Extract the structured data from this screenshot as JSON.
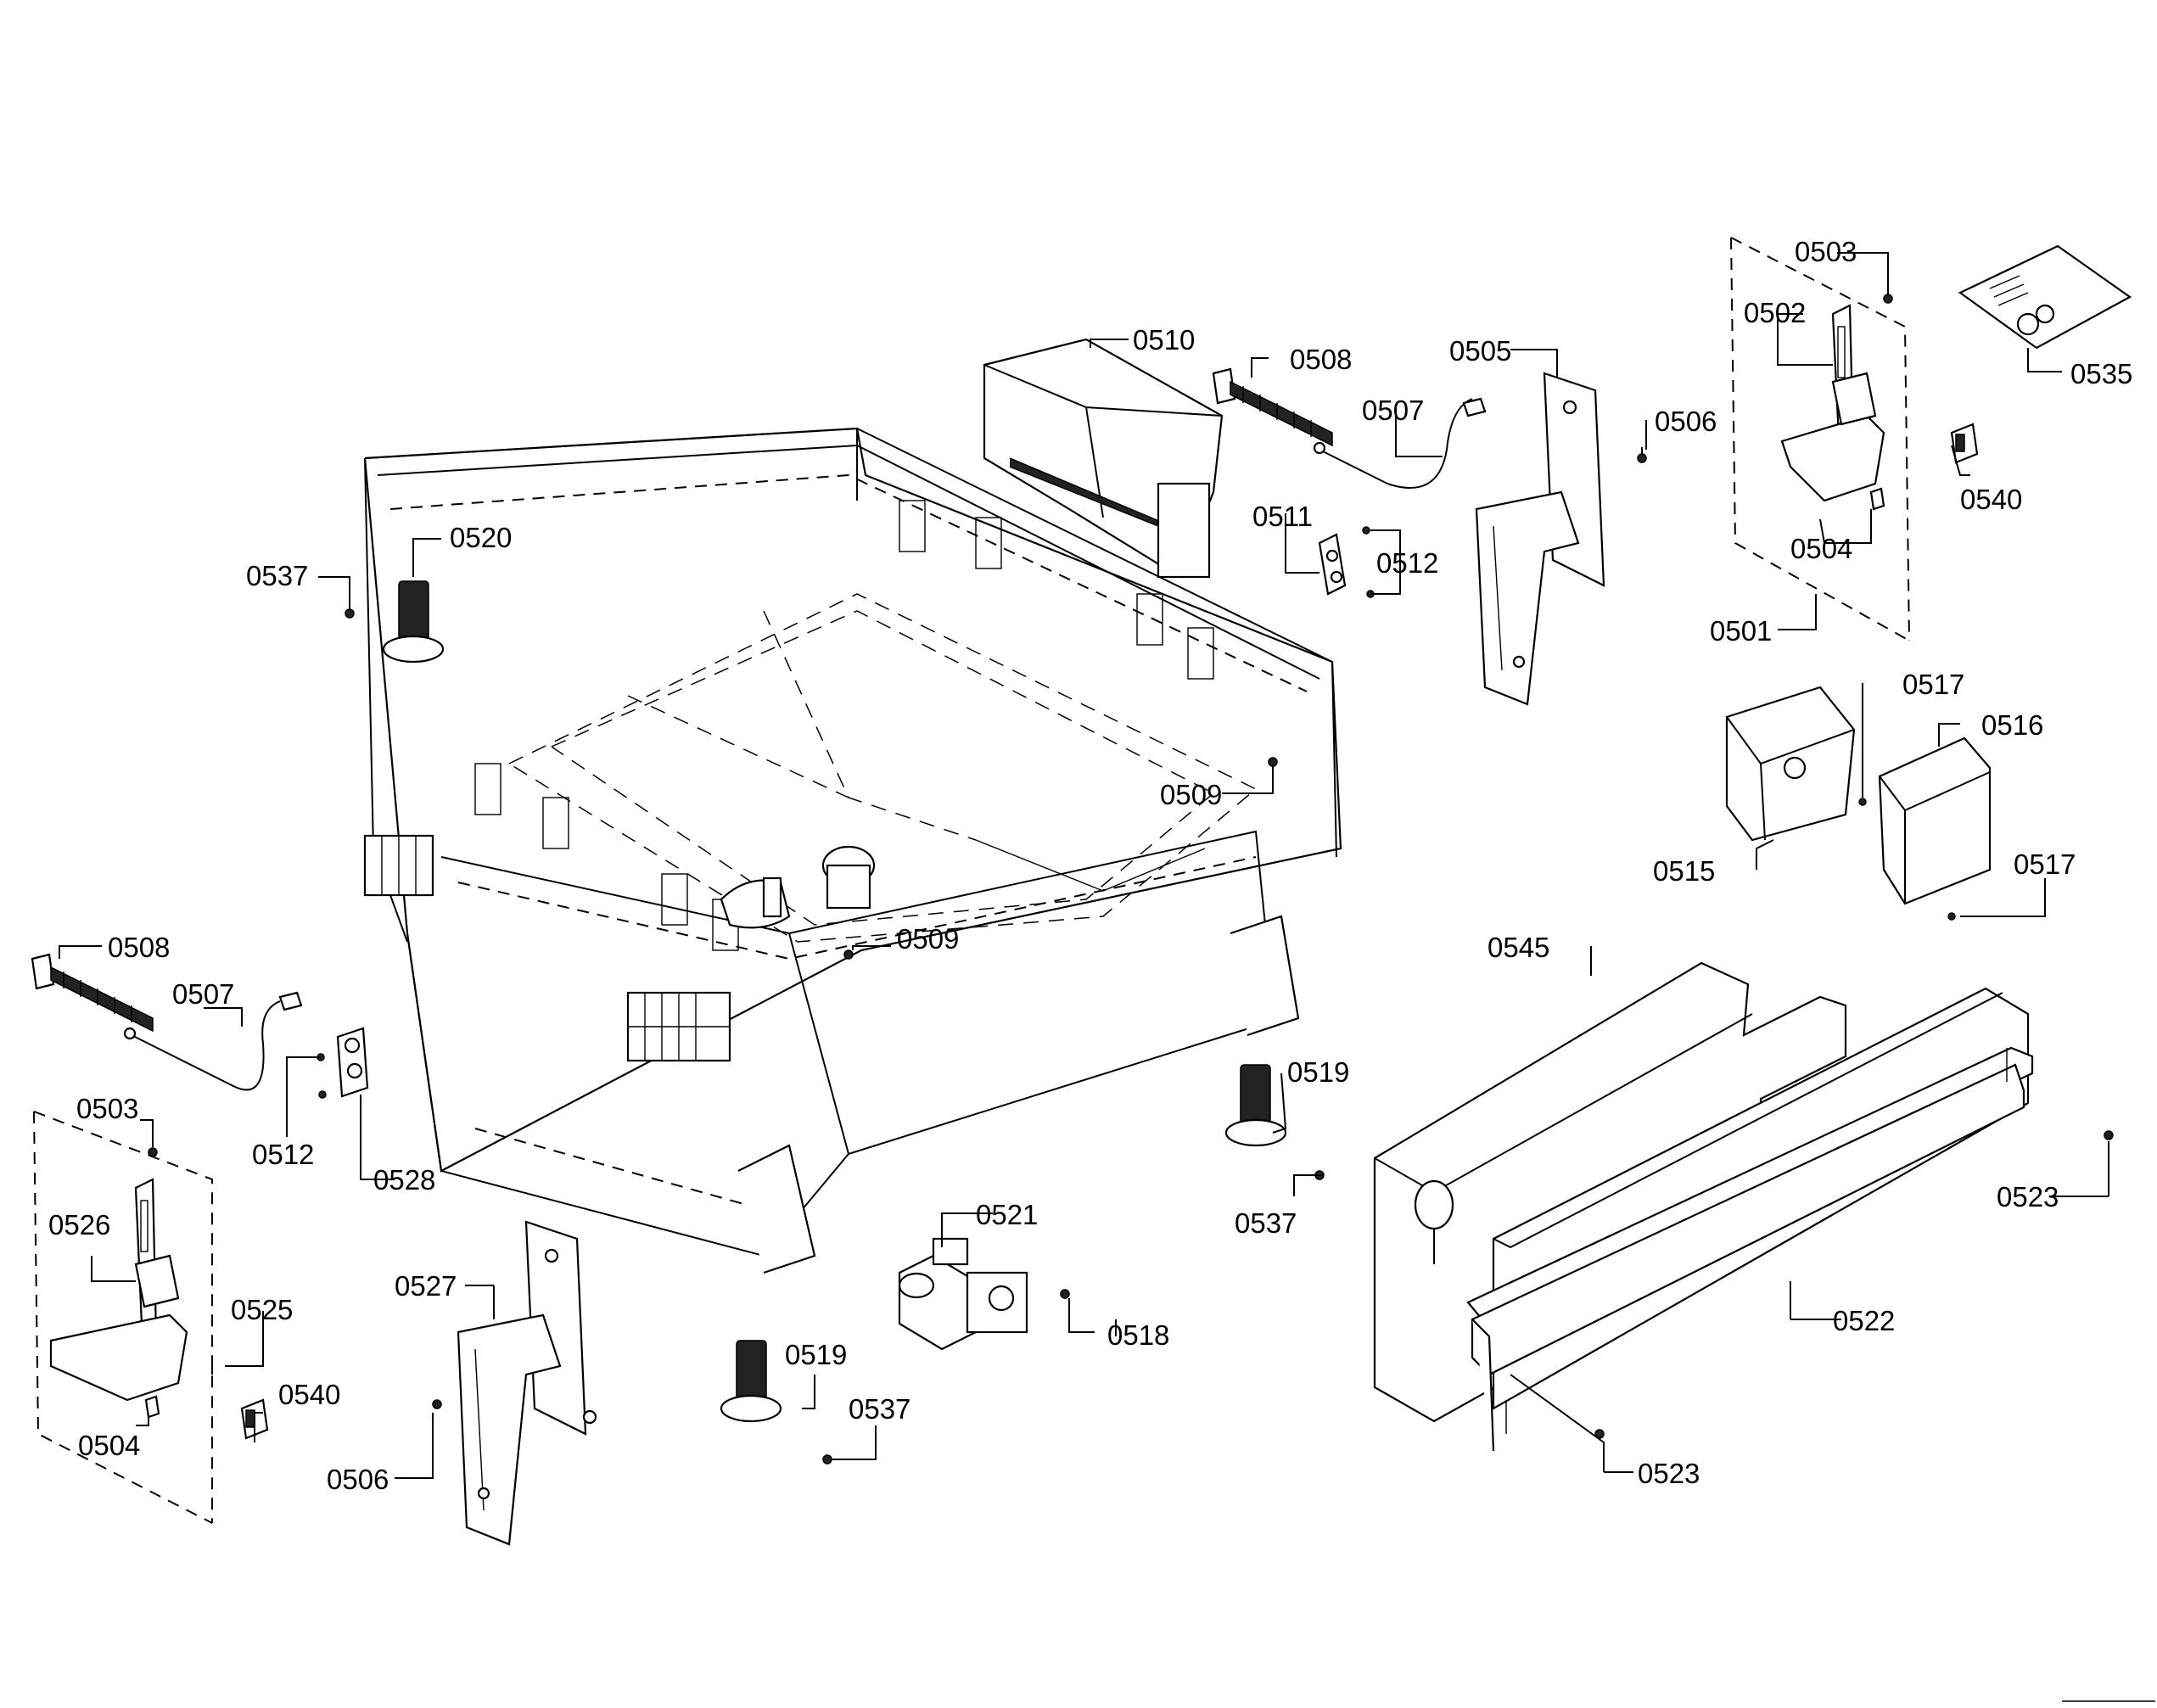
{
  "labels": {
    "l0503a": "0503",
    "l0502": "0502",
    "l0535": "0535",
    "l0540a": "0540",
    "l0504a": "0504",
    "l0501": "0501",
    "l0510": "0510",
    "l0508a": "0508",
    "l0505": "0505",
    "l0507a": "0507",
    "l0506a": "0506",
    "l0511": "0511",
    "l0512a": "0512",
    "l0520": "0520",
    "l0537a": "0537",
    "l0509a": "0509",
    "l0517a": "0517",
    "l0516": "0516",
    "l0515": "0515",
    "l0517b": "0517",
    "l0545": "0545",
    "l0508b": "0508",
    "l0507b": "0507",
    "l0509b": "0509",
    "l0519a": "0519",
    "l0503b": "0503",
    "l0512b": "0512",
    "l0528": "0528",
    "l0537b": "0537",
    "l0523a": "0523",
    "l0526": "0526",
    "l0521": "0521",
    "l0525": "0525",
    "l0527": "0527",
    "l0518": "0518",
    "l0522": "0522",
    "l0540b": "0540",
    "l0519b": "0519",
    "l0537c": "0537",
    "l0504b": "0504",
    "l0506b": "0506",
    "l0523b": "0523"
  }
}
